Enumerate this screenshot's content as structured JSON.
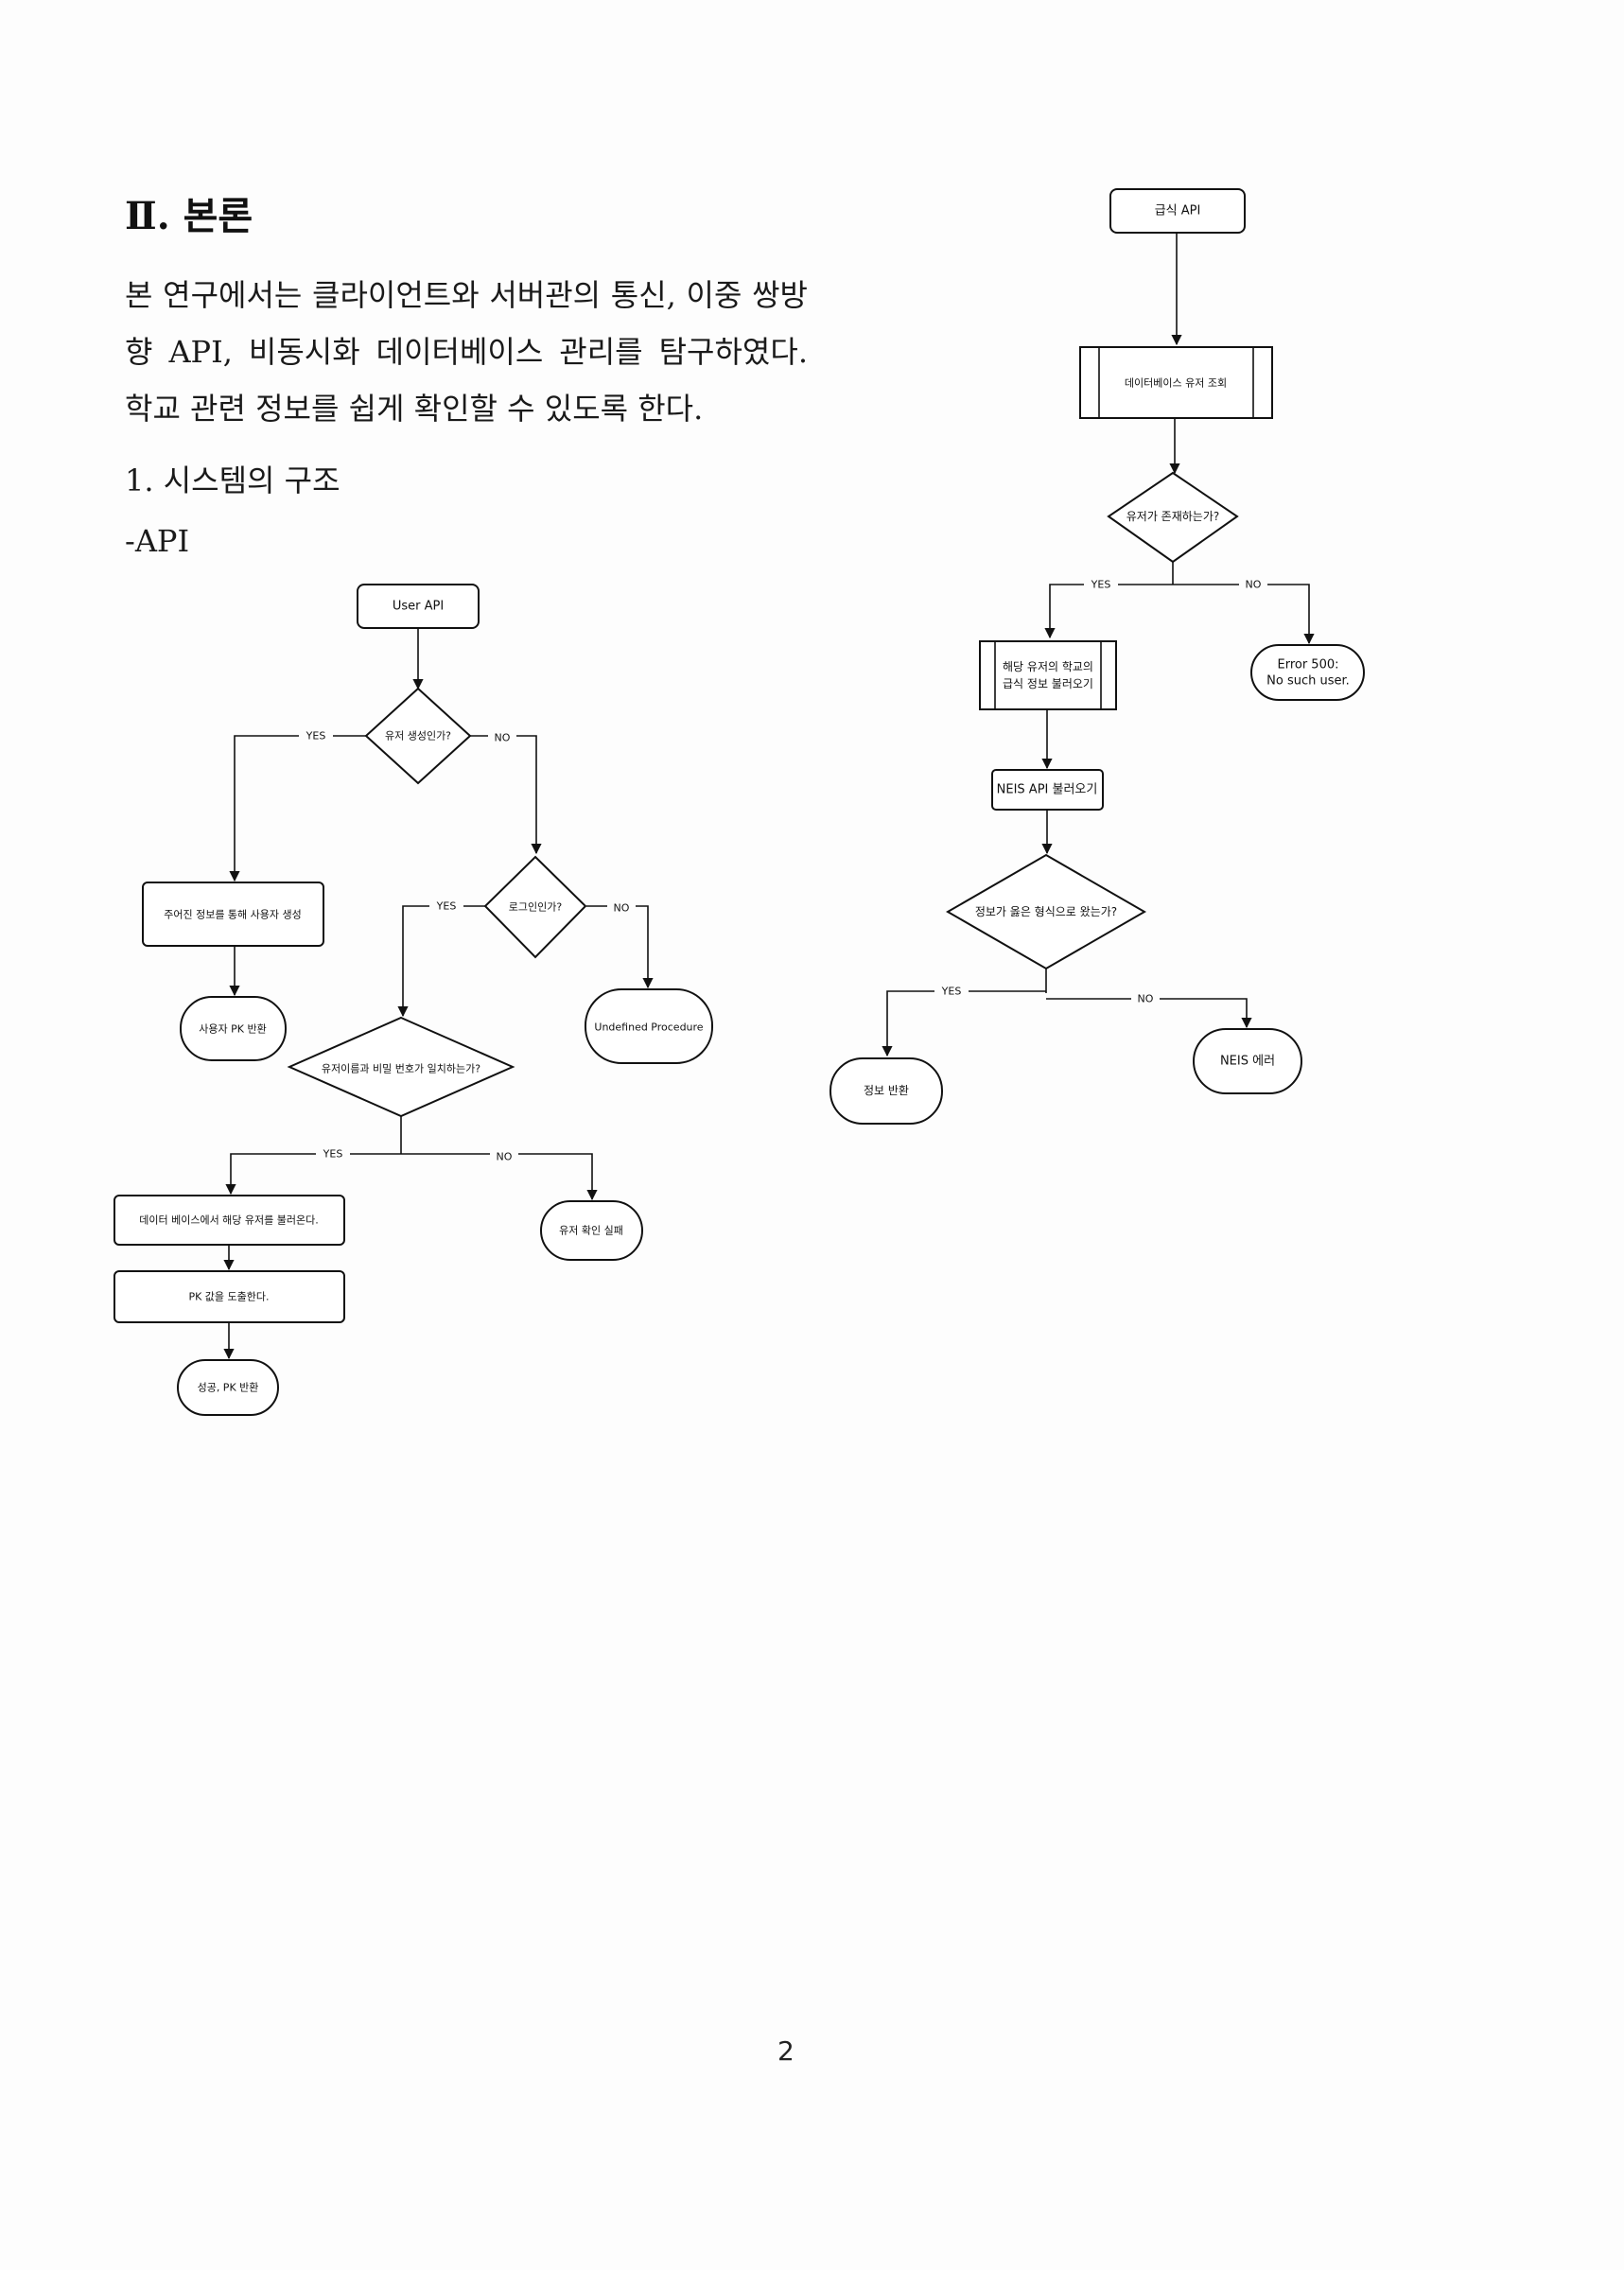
{
  "document": {
    "heading": "Ⅱ. 본론",
    "paragraph": "본 연구에서는 클라이언트와 서버관의 통신, 이중 쌍방향 API, 비동시화 데이터베이스 관리를 탐구하였다. 학교 관련 정보를 쉽게 확인할 수 있도록 한다.",
    "section_title": "1. 시스템의 구조",
    "subsection_title": "-API",
    "page_number": "2"
  },
  "user_api_flow": {
    "start": "User API",
    "decision_create": "유저 생성인가?",
    "create_process": "주어진 정보를 통해 사용자 생성",
    "return_pk": "사용자 PK 반환",
    "decision_login": "로그인인가?",
    "undefined": "Undefined Procedure",
    "decision_match": "유저이름과 비밀 번호가 일치하는가?",
    "fetch_user": "데이터 베이스에서 해당 유저를 불러온다.",
    "derive_pk": "PK 값을 도출한다.",
    "success": "성공, PK 반환",
    "fail": "유저 확인 실패",
    "yes_label": "YES",
    "no_label": "NO"
  },
  "meal_api_flow": {
    "start": "급식 API",
    "db_lookup": "데이터베이스 유저 조회",
    "decision_exists": "유저가 존재하는가?",
    "load_school_1": "해당 유저의 학교의",
    "load_school_2": "급식 정보 불러오기",
    "error_1": "Error 500:",
    "error_2": "No such user.",
    "neis_call": "NEIS API 불러오기",
    "decision_format": "정보가 옳은 형식으로 왔는가?",
    "return_info": "정보 반환",
    "neis_error": "NEIS 에러",
    "yes_label": "YES",
    "no_label": "NO"
  }
}
